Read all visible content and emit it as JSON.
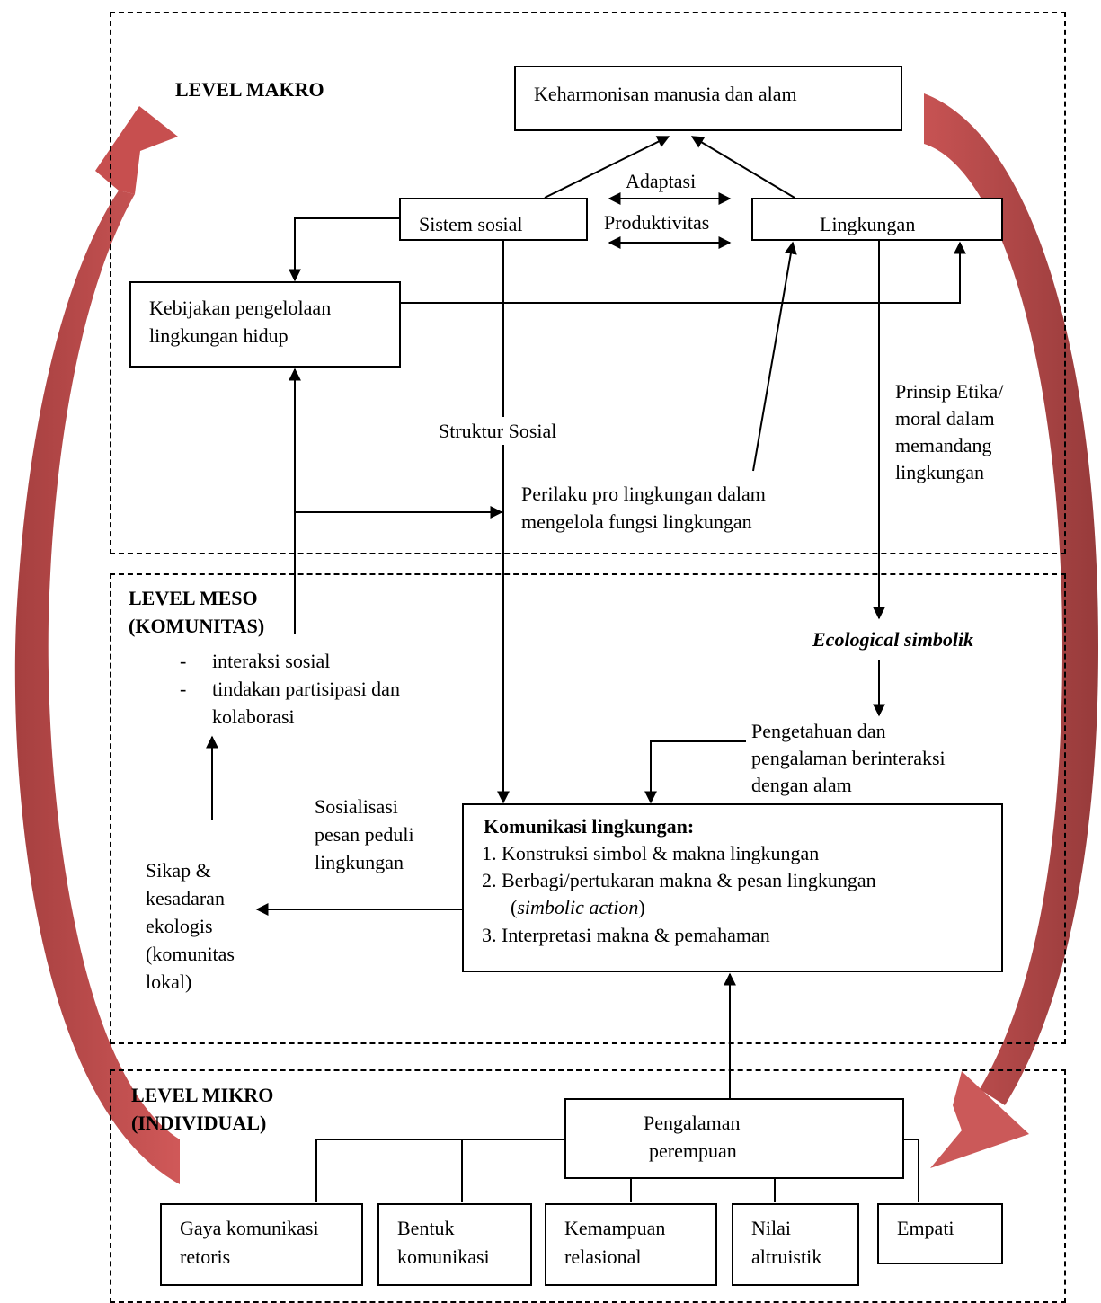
{
  "levels": {
    "makro": "LEVEL MAKRO",
    "meso_1": "LEVEL MESO",
    "meso_2": "(KOMUNITAS)",
    "mikro_1": "LEVEL MIKRO",
    "mikro_2": "(INDIVIDUAL)"
  },
  "makro": {
    "keharmonisan": "Keharmonisan  manusia dan alam",
    "adaptasi": "Adaptasi",
    "produktivitas": "Produktivitas",
    "sistem_sosial": "Sistem sosial",
    "lingkungan": "Lingkungan",
    "kebijakan_1": "Kebijakan pengelolaan",
    "kebijakan_2": "lingkungan hidup",
    "struktur_sosial": "Struktur Sosial",
    "prinsip_1": "Prinsip Etika/",
    "prinsip_2": "moral  dalam",
    "prinsip_3": "memandang",
    "prinsip_4": "lingkungan",
    "perilaku_1": "Perilaku pro lingkungan dalam",
    "perilaku_2": "mengelola fungsi lingkungan"
  },
  "meso": {
    "dash": "-",
    "interaksi": "interaksi sosial",
    "tindakan_1": "tindakan partisipasi dan",
    "tindakan_2": "kolaborasi",
    "ecological": "Ecological simbolik",
    "pengetahuan_1": "Pengetahuan dan",
    "pengetahuan_2": "pengalaman berinteraksi",
    "pengetahuan_3": "dengan alam",
    "sosialisasi_1": "Sosialisasi",
    "sosialisasi_2": "pesan  peduli",
    "sosialisasi_3": "lingkungan",
    "sikap": [
      "Sikap &",
      "kesadaran",
      "ekologis",
      "(komunitas",
      "lokal)"
    ],
    "komunikasi_title": "Komunikasi lingkungan:",
    "komunikasi_1": "1. Konstruksi simbol & makna lingkungan",
    "komunikasi_2": "2. Berbagi/pertukaran makna  & pesan lingkungan",
    "komunikasi_2b_open": "(",
    "komunikasi_2b_italic": "simbolic action",
    "komunikasi_2b_close": ")",
    "komunikasi_3": "3. Interpretasi makna & pemahaman"
  },
  "mikro": {
    "pengalaman_1": "Pengalaman",
    "pengalaman_2": "perempuan",
    "gaya_1": "Gaya komunikasi",
    "gaya_2": "retoris",
    "bentuk_1": "Bentuk",
    "bentuk_2": "komunikasi",
    "kemampuan_1": "Kemampuan",
    "kemampuan_2": "relasional",
    "nilai_1": "Nilai",
    "nilai_2": "altruistik",
    "empati": "Empati"
  },
  "colors": {
    "cycle_arrow": "#b83a3a",
    "line": "#000000"
  }
}
